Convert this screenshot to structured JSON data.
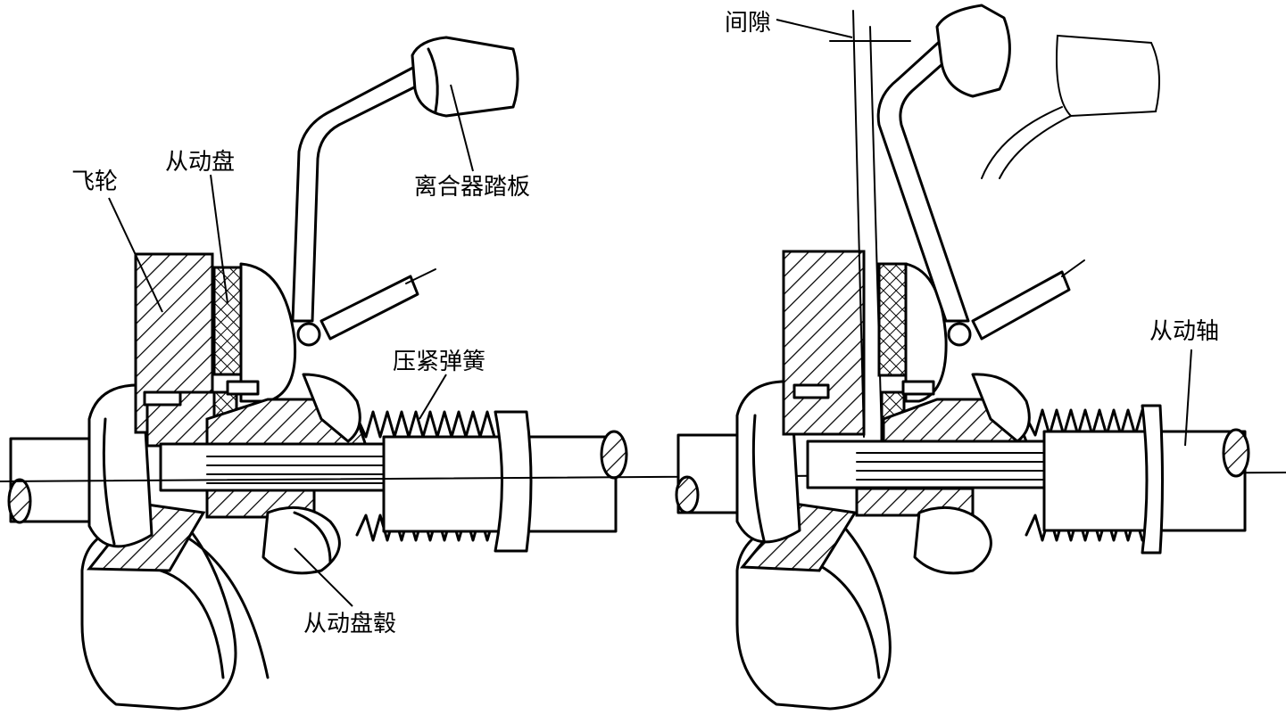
{
  "labels": {
    "flywheel": "飞轮",
    "driven_disc": "从动盘",
    "clutch_pedal": "离合器踏板",
    "pressure_spring": "压紧弹簧",
    "driven_disc_hub": "从动盘毂",
    "clearance": "间隙",
    "driven_shaft": "从动轴"
  }
}
